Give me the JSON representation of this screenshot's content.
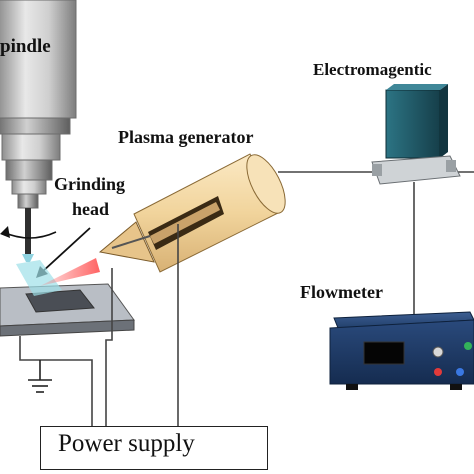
{
  "labels": {
    "spindle": "pindle",
    "grinding_line1": "Grinding",
    "grinding_line2": "head",
    "plasma_generator": "Plasma generator",
    "electromagnetic": "Electromagentic",
    "flowmeter": "Flowmeter",
    "power_supply": "Power supply"
  },
  "colors": {
    "spindle_metal": "#bdbdbd",
    "plasma_body": "#f2d9a6",
    "plasma_jet": "#f48a8a",
    "valve_body": "#1f5a66",
    "flowmeter_body": "#1f3f6e",
    "display": "#0a0a0a",
    "workpiece": "#9aa0a8",
    "wire": "#444444"
  }
}
